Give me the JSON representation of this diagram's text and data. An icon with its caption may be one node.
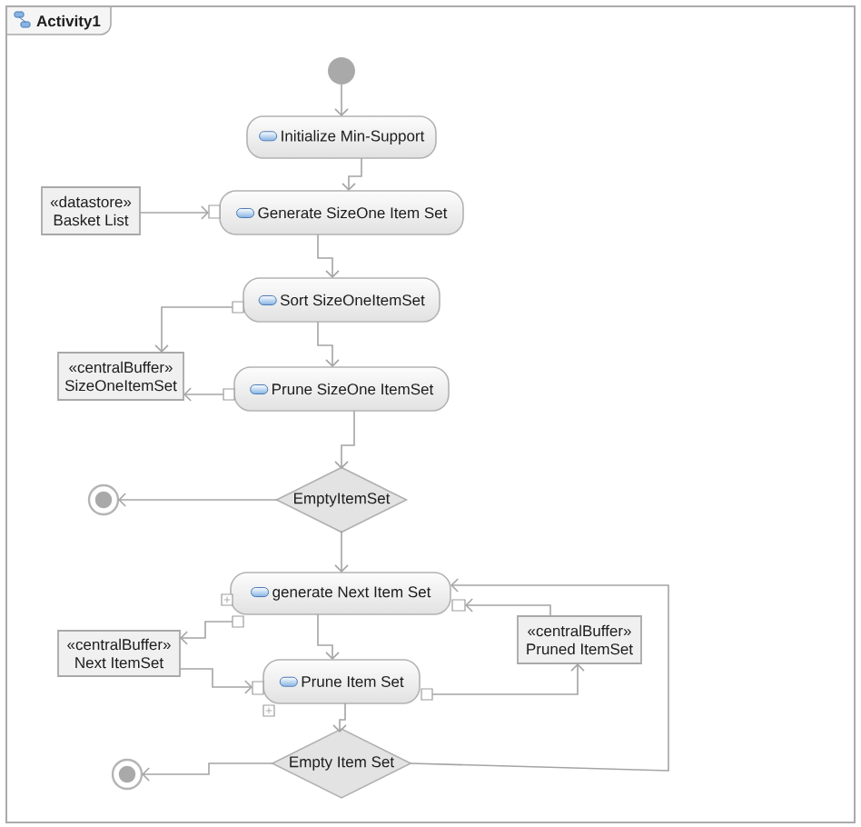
{
  "diagram": {
    "nodes": [
      {
        "text": [
          "Activity1"
        ]
      },
      {
        "text": [],
        "shape": "circle",
        "in": 0
      },
      {
        "text": [
          "Initialize Min-Support"
        ],
        "in": 0
      },
      {
        "text": [
          "«datastore»",
          "Basket List"
        ],
        "in": 0
      },
      {
        "text": [
          "Generate SizeOne Item Set"
        ],
        "in": 0
      },
      {
        "text": [
          "Sort SizeOneItemSet"
        ],
        "in": 0
      },
      {
        "text": [
          "«centralBuffer»",
          "SizeOneItemSet"
        ],
        "in": 0
      },
      {
        "text": [
          "Prune SizeOne ItemSet"
        ],
        "in": 0
      },
      {
        "text": [],
        "shape": "circle",
        "in": 0
      },
      {
        "text": [
          "EmptyItemSet"
        ],
        "in": 0
      },
      {
        "text": [
          "generate Next Item Set"
        ],
        "in": 0
      },
      {
        "text": [
          "«centralBuffer»",
          "Next ItemSet"
        ],
        "in": 0
      },
      {
        "text": [
          "«centralBuffer»",
          "Pruned ItemSet"
        ],
        "in": 0
      },
      {
        "text": [
          "Prune Item Set"
        ],
        "in": 0
      },
      {
        "text": [],
        "shape": "circle",
        "in": 0
      },
      {
        "text": [
          "Empty Item Set"
        ],
        "in": 0
      }
    ],
    "edges": [
      {
        "from": 1,
        "to": 2,
        "arrow": "to"
      },
      {
        "from": 2,
        "to": 4,
        "arrow": "to"
      },
      {
        "from": 3,
        "to": 4,
        "arrow": "to"
      },
      {
        "from": 4,
        "to": 5,
        "arrow": "to"
      },
      {
        "from": 5,
        "to": 6,
        "arrow": "to"
      },
      {
        "from": 5,
        "to": 7,
        "arrow": "to"
      },
      {
        "from": 7,
        "to": 6,
        "arrow": "to"
      },
      {
        "from": 7,
        "to": 9,
        "arrow": "to"
      },
      {
        "from": 9,
        "to": 8,
        "arrow": "to"
      },
      {
        "from": 9,
        "to": 10,
        "arrow": "to"
      },
      {
        "from": 10,
        "to": 11,
        "arrow": "to"
      },
      {
        "from": 11,
        "to": 13,
        "arrow": "to"
      },
      {
        "from": 10,
        "to": 13,
        "arrow": "to"
      },
      {
        "from": 13,
        "to": 12,
        "arrow": "to"
      },
      {
        "from": 12,
        "to": 10,
        "arrow": "to"
      },
      {
        "from": 13,
        "to": 15,
        "arrow": "to"
      },
      {
        "from": 15,
        "to": 14,
        "arrow": "to"
      },
      {
        "from": 15,
        "to": 10,
        "arrow": "to"
      }
    ]
  }
}
